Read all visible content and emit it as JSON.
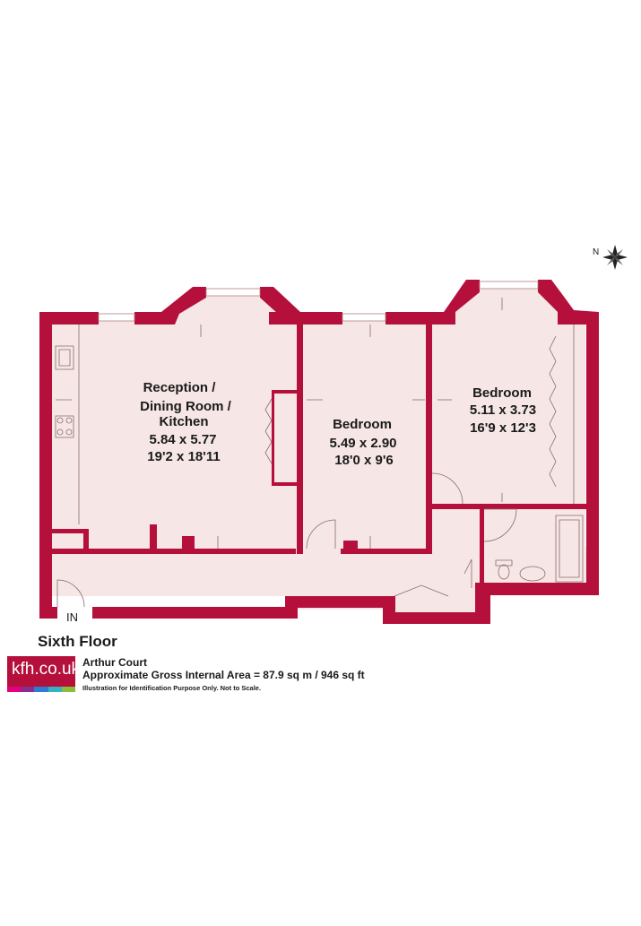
{
  "rooms": [
    {
      "name_lines": [
        "Reception /",
        "Dining Room /",
        "Kitchen"
      ],
      "metric": "5.84 x 5.77",
      "imperial": "19'2 x 18'11"
    },
    {
      "name_lines": [
        "Bedroom"
      ],
      "metric": "5.49 x 2.90",
      "imperial": "18'0 x 9'6"
    },
    {
      "name_lines": [
        "Bedroom"
      ],
      "metric": "5.11 x 3.73",
      "imperial": "16'9 x 12'3"
    }
  ],
  "entry_label": "IN",
  "compass_label": "N",
  "floor_title": "Sixth Floor",
  "building_name": "Arthur Court",
  "area_text": "Approximate Gross Internal Area = 87.9 sq m / 946 sq ft",
  "disclaimer": "Illustration for Identification Purpose Only. Not to Scale.",
  "logo_text": "kfh.co.uk",
  "colors": {
    "wall": "#b5103b",
    "floor": "#f6e7e6",
    "logo_bar": [
      "#e5007e",
      "#8b2d8f",
      "#2a7fd1",
      "#35b3c4",
      "#8bbd3a"
    ]
  }
}
